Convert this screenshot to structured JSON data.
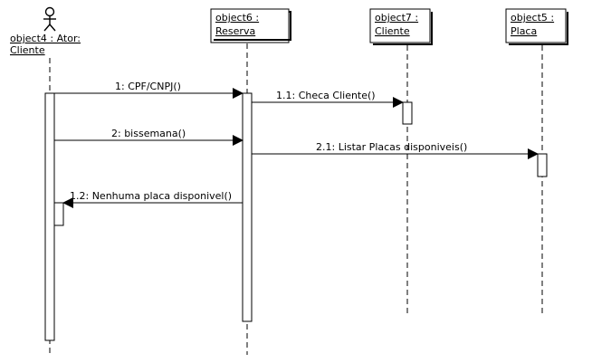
{
  "actor": {
    "line1": "object4 : Ator:",
    "line2": "Cliente"
  },
  "objects": [
    {
      "id": "object6",
      "line1": "object6 :",
      "line2": "Reserva"
    },
    {
      "id": "object7",
      "line1": "object7 :",
      "line2": "Cliente"
    },
    {
      "id": "object5",
      "line1": "object5 :",
      "line2": "Placa"
    }
  ],
  "messages": [
    {
      "label": "1: CPF/CNPJ()"
    },
    {
      "label": "1.1: Checa Cliente()"
    },
    {
      "label": "2: bissemana()"
    },
    {
      "label": "2.1: Listar Placas disponiveis()"
    },
    {
      "label": "1.2: Nenhuma placa disponivel()"
    }
  ],
  "colors": {
    "line": "#000000",
    "background": "#ffffff"
  }
}
